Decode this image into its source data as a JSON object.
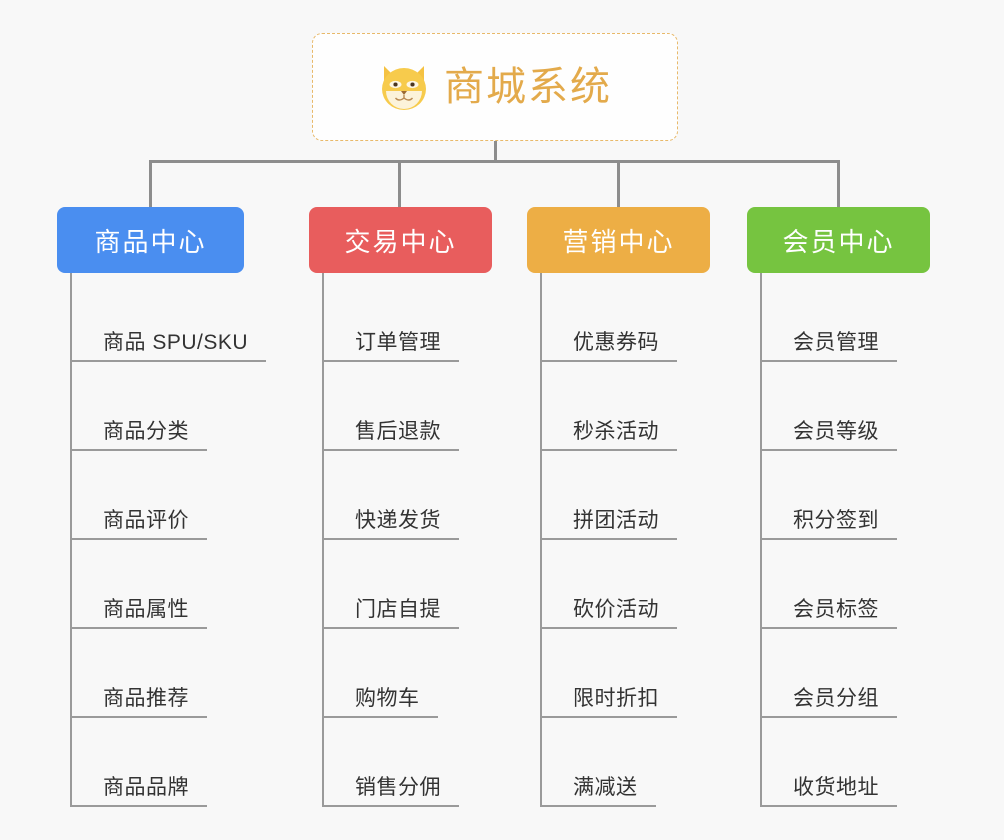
{
  "background_color": "#f8f8f8",
  "root": {
    "icon": "shiba-dog-emoji",
    "title": "商城系统",
    "title_color": "#e3aa4b",
    "border_color": "#e8b96a"
  },
  "connector_color": "#8d8d8d",
  "branches": [
    {
      "id": "product-center",
      "label": "商品中心",
      "color": "#4a8ef0",
      "items": [
        "商品 SPU/SKU",
        "商品分类",
        "商品评价",
        "商品属性",
        "商品推荐",
        "商品品牌"
      ]
    },
    {
      "id": "trade-center",
      "label": "交易中心",
      "color": "#e85d5d",
      "items": [
        "订单管理",
        "售后退款",
        "快递发货",
        "门店自提",
        "购物车",
        "销售分佣"
      ]
    },
    {
      "id": "marketing-center",
      "label": "营销中心",
      "color": "#edae45",
      "items": [
        "优惠券码",
        "秒杀活动",
        "拼团活动",
        "砍价活动",
        "限时折扣",
        "满减送"
      ]
    },
    {
      "id": "member-center",
      "label": "会员中心",
      "color": "#76c440",
      "items": [
        "会员管理",
        "会员等级",
        "积分签到",
        "会员标签",
        "会员分组",
        "收货地址"
      ]
    }
  ]
}
